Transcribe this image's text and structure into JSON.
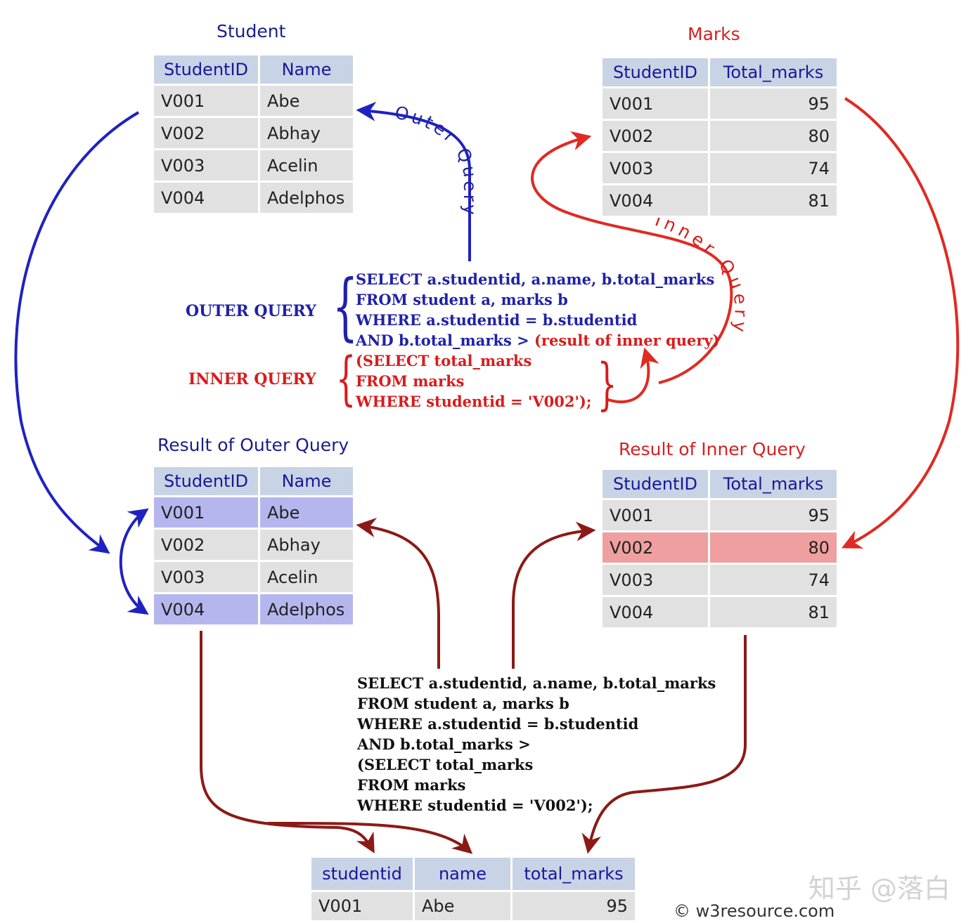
{
  "titles": {
    "student": "Student",
    "marks": "Marks",
    "result_outer": "Result of Outer Query",
    "result_inner": "Result of Inner Query"
  },
  "student_table": {
    "headers": [
      "StudentID",
      "Name"
    ],
    "rows": [
      [
        "V001",
        "Abe"
      ],
      [
        "V002",
        "Abhay"
      ],
      [
        "V003",
        "Acelin"
      ],
      [
        "V004",
        "Adelphos"
      ]
    ]
  },
  "marks_table": {
    "headers": [
      "StudentID",
      "Total_marks"
    ],
    "rows": [
      [
        "V001",
        "95"
      ],
      [
        "V002",
        "80"
      ],
      [
        "V003",
        "74"
      ],
      [
        "V004",
        "81"
      ]
    ]
  },
  "outer_result_table": {
    "headers": [
      "StudentID",
      "Name"
    ],
    "rows": [
      [
        "V001",
        "Abe"
      ],
      [
        "V002",
        "Abhay"
      ],
      [
        "V003",
        "Acelin"
      ],
      [
        "V004",
        "Adelphos"
      ]
    ],
    "highlighted_rows": [
      "V001",
      "V004"
    ],
    "highlight_color": "#b6b6ef"
  },
  "inner_result_table": {
    "headers": [
      "StudentID",
      "Total_marks"
    ],
    "rows": [
      [
        "V001",
        "95"
      ],
      [
        "V002",
        "80"
      ],
      [
        "V003",
        "74"
      ],
      [
        "V004",
        "81"
      ]
    ],
    "highlighted_rows": [
      "V002"
    ],
    "highlight_color": "#ef9f9f"
  },
  "final_table": {
    "headers": [
      "studentid",
      "name",
      "total_marks"
    ],
    "rows": [
      [
        "V001",
        "Abe",
        "95"
      ]
    ]
  },
  "labels": {
    "outer_query": "OUTER QUERY",
    "inner_query": "INNER QUERY",
    "outer_query_arrow": "Outer Query",
    "inner_query_arrow": "Inner Query"
  },
  "query_annotated": {
    "outer_lines": [
      "SELECT a.studentid, a.name, b.total_marks",
      "FROM student a, marks b",
      "WHERE a.studentid = b.studentid"
    ],
    "outer_last_prefix": "AND b.total_marks > ",
    "outer_last_suffix": "(result of inner query)",
    "inner_lines": [
      "(SELECT total_marks",
      "FROM marks",
      "WHERE studentid =  'V002');"
    ]
  },
  "query_full": [
    "SELECT a.studentid, a.name, b.total_marks",
    "FROM student a, marks b",
    "WHERE a.studentid = b.studentid",
    "AND b.total_marks >",
    "(SELECT total_marks",
    "FROM marks",
    "WHERE studentid =  'V002');"
  ],
  "watermark": "知乎 @落白",
  "copyright": "© w3resource.com",
  "colors": {
    "outer_blue": "#1f22a6",
    "inner_red": "#d81c1c",
    "result_arrow": "#8b1a16",
    "header_bg": "#c8d3e5",
    "cell_bg": "#e1e1e1"
  }
}
